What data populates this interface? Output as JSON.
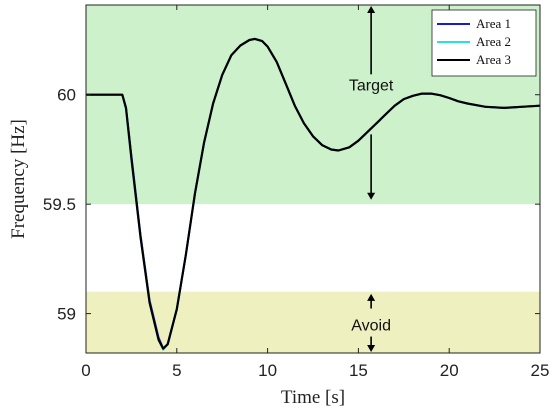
{
  "chart_data": {
    "type": "line",
    "xlabel": "Time [s]",
    "ylabel": "Frequency [Hz]",
    "xlim": [
      0,
      25
    ],
    "ylim": [
      58.82,
      60.41
    ],
    "xticks": [
      "0",
      "5",
      "10",
      "15",
      "20",
      "25"
    ],
    "xtick_values": [
      0,
      5,
      10,
      15,
      20,
      25
    ],
    "yticks": [
      "59",
      "59.5",
      "60"
    ],
    "ytick_values": [
      59,
      59.5,
      60
    ],
    "legend_position": "top-right",
    "bands": [
      {
        "label": "Target",
        "y_from": 59.5,
        "y_to": 60.41,
        "color": "#cdf2cb"
      },
      {
        "label": "Avoid",
        "y_from": 58.82,
        "y_to": 59.1,
        "color": "#eef0c0"
      }
    ],
    "series": [
      {
        "name": "Area 1",
        "color": "#1a1ad0",
        "x": [
          0,
          2.0,
          2.2,
          2.5,
          3.0,
          3.5,
          4.0,
          4.25,
          4.5,
          5.0,
          5.5,
          6.0,
          6.5,
          7.0,
          7.5,
          8.0,
          8.5,
          9.0,
          9.3,
          9.7,
          10.0,
          10.5,
          11.0,
          11.5,
          12.0,
          12.5,
          13.0,
          13.5,
          13.9,
          14.5,
          15.0,
          15.5,
          16.0,
          16.5,
          17.0,
          17.5,
          18.0,
          18.5,
          19.0,
          19.5,
          20.0,
          20.5,
          21.0,
          22.0,
          23.0,
          23.5,
          24.0,
          25.0
        ],
        "y": [
          60.0,
          60.0,
          59.94,
          59.72,
          59.36,
          59.06,
          58.89,
          58.84,
          58.86,
          59.02,
          59.27,
          59.55,
          59.78,
          59.96,
          60.09,
          60.18,
          60.225,
          60.25,
          60.255,
          60.245,
          60.22,
          60.15,
          60.05,
          59.95,
          59.87,
          59.81,
          59.77,
          59.75,
          59.745,
          59.76,
          59.79,
          59.83,
          59.87,
          59.91,
          59.95,
          59.98,
          59.995,
          60.005,
          60.005,
          59.998,
          59.985,
          59.97,
          59.96,
          59.945,
          59.94,
          59.942,
          59.945,
          59.95
        ]
      },
      {
        "name": "Area 2",
        "color": "#29e0e6",
        "x": [
          0,
          2.0,
          2.2,
          2.5,
          3.0,
          3.5,
          4.0,
          4.25,
          4.5,
          5.0,
          5.5,
          6.0,
          6.5,
          7.0,
          7.5,
          8.0,
          8.5,
          9.0,
          9.3,
          9.7,
          10.0,
          10.5,
          11.0,
          11.5,
          12.0,
          12.5,
          13.0,
          13.5,
          13.9,
          14.5,
          15.0,
          15.5,
          16.0,
          16.5,
          17.0,
          17.5,
          18.0,
          18.5,
          19.0,
          19.5,
          20.0,
          20.5,
          21.0,
          22.0,
          23.0,
          23.5,
          24.0,
          25.0
        ],
        "y": [
          60.0,
          60.0,
          59.93,
          59.7,
          59.35,
          59.05,
          58.88,
          58.835,
          58.86,
          59.02,
          59.27,
          59.55,
          59.78,
          59.96,
          60.09,
          60.18,
          60.225,
          60.25,
          60.255,
          60.245,
          60.22,
          60.15,
          60.05,
          59.95,
          59.87,
          59.81,
          59.77,
          59.75,
          59.745,
          59.76,
          59.79,
          59.83,
          59.87,
          59.91,
          59.95,
          59.98,
          59.995,
          60.005,
          60.005,
          59.998,
          59.985,
          59.97,
          59.96,
          59.945,
          59.94,
          59.942,
          59.945,
          59.95
        ]
      },
      {
        "name": "Area 3",
        "color": "#000000",
        "x": [
          0,
          2.0,
          2.2,
          2.5,
          3.0,
          3.5,
          4.0,
          4.25,
          4.5,
          5.0,
          5.5,
          6.0,
          6.5,
          7.0,
          7.5,
          8.0,
          8.5,
          9.0,
          9.3,
          9.7,
          10.0,
          10.5,
          11.0,
          11.5,
          12.0,
          12.5,
          13.0,
          13.5,
          13.9,
          14.5,
          15.0,
          15.5,
          16.0,
          16.5,
          17.0,
          17.5,
          18.0,
          18.5,
          19.0,
          19.5,
          20.0,
          20.5,
          21.0,
          22.0,
          23.0,
          23.5,
          24.0,
          25.0
        ],
        "y": [
          60.0,
          60.0,
          59.94,
          59.71,
          59.35,
          59.05,
          58.88,
          58.84,
          58.86,
          59.02,
          59.27,
          59.55,
          59.78,
          59.96,
          60.09,
          60.18,
          60.225,
          60.25,
          60.255,
          60.245,
          60.22,
          60.15,
          60.05,
          59.95,
          59.87,
          59.81,
          59.77,
          59.75,
          59.745,
          59.76,
          59.79,
          59.83,
          59.87,
          59.91,
          59.95,
          59.98,
          59.995,
          60.005,
          60.005,
          59.998,
          59.985,
          59.97,
          59.96,
          59.945,
          59.94,
          59.942,
          59.945,
          59.95
        ]
      }
    ],
    "annotations": [
      {
        "text": "Target",
        "x": 15.7,
        "y": 60.02
      },
      {
        "text": "Avoid",
        "x": 15.7,
        "y": 58.95
      }
    ]
  }
}
